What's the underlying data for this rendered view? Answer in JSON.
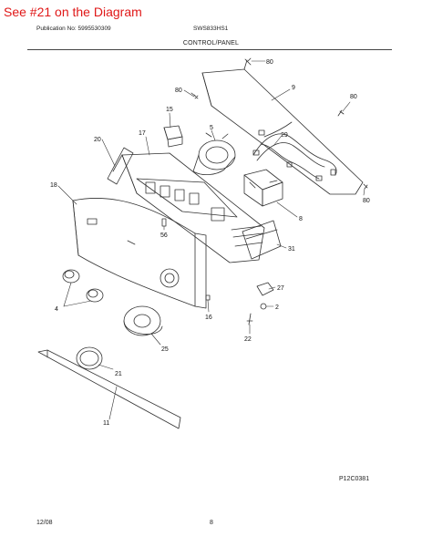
{
  "banner": "See #21 on the Diagram",
  "header": {
    "publication": "Publication No: 5995530309",
    "model": "SWS833HS1",
    "section_title": "CONTROL/PANEL"
  },
  "diagram_code": "P12C0381",
  "footer": {
    "date": "12/08",
    "page": "8"
  },
  "callouts": {
    "c80a": "80",
    "c9": "9",
    "c80b": "80",
    "c80c": "80",
    "c15": "15",
    "c5": "5",
    "c17": "17",
    "c20": "20",
    "c29": "29",
    "c18": "18",
    "c8": "8",
    "c80d": "80",
    "c56": "56",
    "c31": "31",
    "c27": "27",
    "c4": "4",
    "c2": "2",
    "c16": "16",
    "c22": "22",
    "c25": "25",
    "c21": "21",
    "c11": "11"
  }
}
